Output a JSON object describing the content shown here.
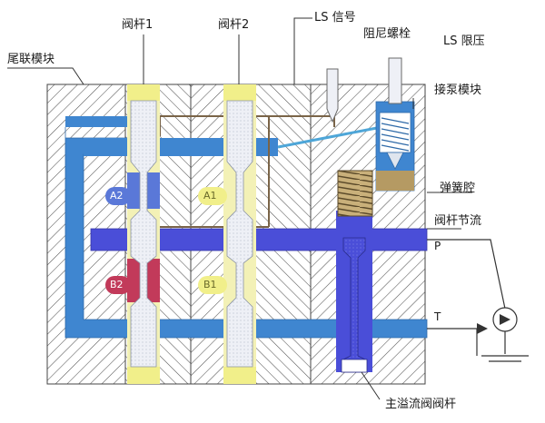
{
  "labels": {
    "spool1": "阀杆1",
    "spool2": "阀杆2",
    "ls_signal": "LS 信号",
    "damping_bolt": "阻尼螺栓",
    "ls_limit": "LS 限压",
    "tail_module": "尾联模块",
    "pump_module": "接泵模块",
    "spring_chamber": "弹簧腔",
    "spool_throttle": "阀杆节流",
    "main_relief_spool": "主溢流阀阀杆"
  },
  "ports": {
    "a2": "A2",
    "a1": "A1",
    "b2": "B2",
    "b1": "B1",
    "p": "P",
    "t": "T"
  },
  "colors": {
    "pressure_channel": "#4a4ed8",
    "signal_channel": "#3f86d0",
    "port_a2": "#5a78d8",
    "port_b2": "#c23a5a",
    "port_yellow": "#f1ef8a",
    "spool_body": "#eef0f6",
    "housing": "#ffffff",
    "hatch": "#555555",
    "spring_body": "#b59a63",
    "ls_line": "#7a6448"
  }
}
